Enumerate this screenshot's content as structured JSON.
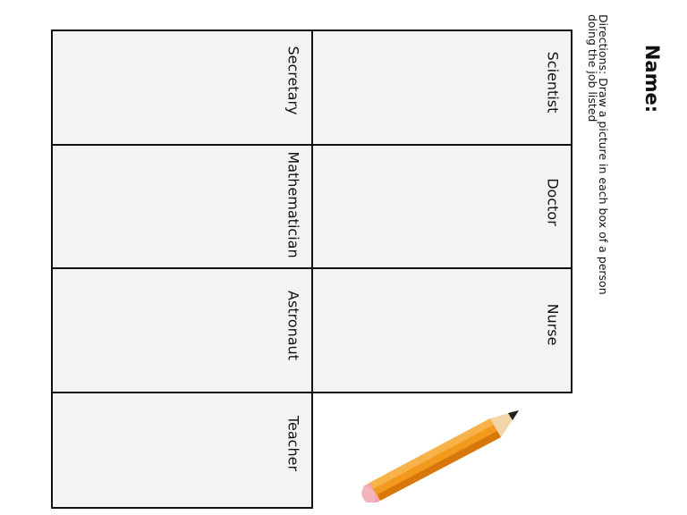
{
  "header": {
    "name_label": "Name:",
    "directions_line1": "Directions: Draw a picture in each box of a person",
    "directions_line2": "doing the job listed"
  },
  "jobs": [
    "Scientist",
    "Doctor",
    "Nurse",
    "Secretary",
    "Mathematician",
    "Astronaut",
    "Teacher"
  ],
  "decoration": {
    "pencil_icon": "pencil-icon"
  }
}
